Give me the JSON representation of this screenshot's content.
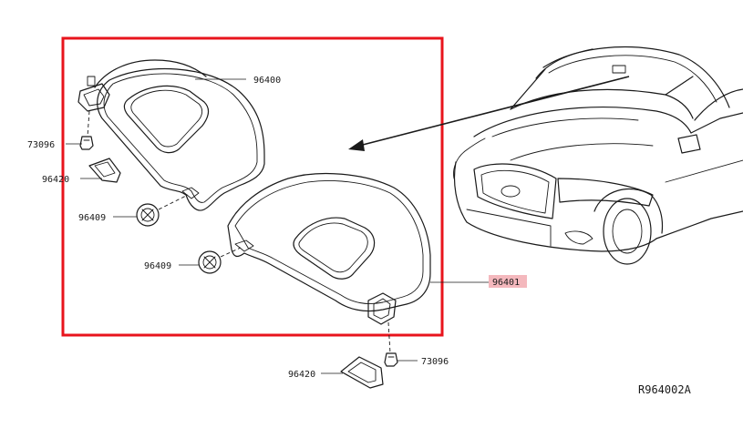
{
  "highlight_color": "#e8141c",
  "label_highlight_color": "#f4b8bd",
  "line_color": "#1a1a1a",
  "parts": {
    "p96400": "96400",
    "p73096_left": "73096",
    "p96420_left": "96420",
    "p96409_upper": "96409",
    "p96409_lower": "96409",
    "p96401": "96401",
    "p96420_bottom": "96420",
    "p73096_bottom": "73096"
  },
  "reference_code": "R964002A"
}
